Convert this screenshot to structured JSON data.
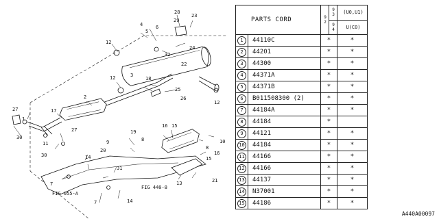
{
  "callouts": [
    "1",
    "2",
    "3",
    "4",
    "5",
    "6",
    "7",
    "8",
    "9",
    "10",
    "11",
    "12",
    "13",
    "14",
    "15",
    "16",
    "17",
    "18",
    "19",
    "20",
    "21",
    "22",
    "23",
    "24",
    "25",
    "26",
    "27",
    "28",
    "29",
    "30",
    "31",
    "32"
  ],
  "figure_refs": [
    "FIG 440-8",
    "FIG 055-A"
  ],
  "table": {
    "header_title": "PARTS CORD",
    "model_code": "92",
    "year_code_1": "93",
    "year_code_2": "94",
    "config_1": "(U0,U1)",
    "config_2": "U(C0)",
    "rows": [
      {
        "idx": "1",
        "part": "44110C",
        "c1": "*",
        "c2": "*"
      },
      {
        "idx": "2",
        "part": "44201",
        "c1": "*",
        "c2": "*"
      },
      {
        "idx": "3",
        "part": "44300",
        "c1": "*",
        "c2": "*"
      },
      {
        "idx": "4",
        "part": "44371A",
        "c1": "*",
        "c2": "*"
      },
      {
        "idx": "5",
        "part": "44371B",
        "c1": "*",
        "c2": "*"
      },
      {
        "idx": "6",
        "part": "B011508300 (2)",
        "c1": "*",
        "c2": "*"
      },
      {
        "idx": "7",
        "part": "44184A",
        "c1": "*",
        "c2": "*"
      },
      {
        "idx": "8",
        "part": "44184",
        "c1": "*",
        "c2": ""
      },
      {
        "idx": "9",
        "part": "44121",
        "c1": "*",
        "c2": "*"
      },
      {
        "idx": "10",
        "part": "44184",
        "c1": "*",
        "c2": "*"
      },
      {
        "idx": "11",
        "part": "44166",
        "c1": "*",
        "c2": "*"
      },
      {
        "idx": "12",
        "part": "44166",
        "c1": "*",
        "c2": "*"
      },
      {
        "idx": "13",
        "part": "44137",
        "c1": "*",
        "c2": "*"
      },
      {
        "idx": "14",
        "part": "N37001",
        "c1": "*",
        "c2": "*"
      },
      {
        "idx": "15",
        "part": "44186",
        "c1": "*",
        "c2": "*"
      }
    ]
  },
  "image_code": "A440A00097"
}
